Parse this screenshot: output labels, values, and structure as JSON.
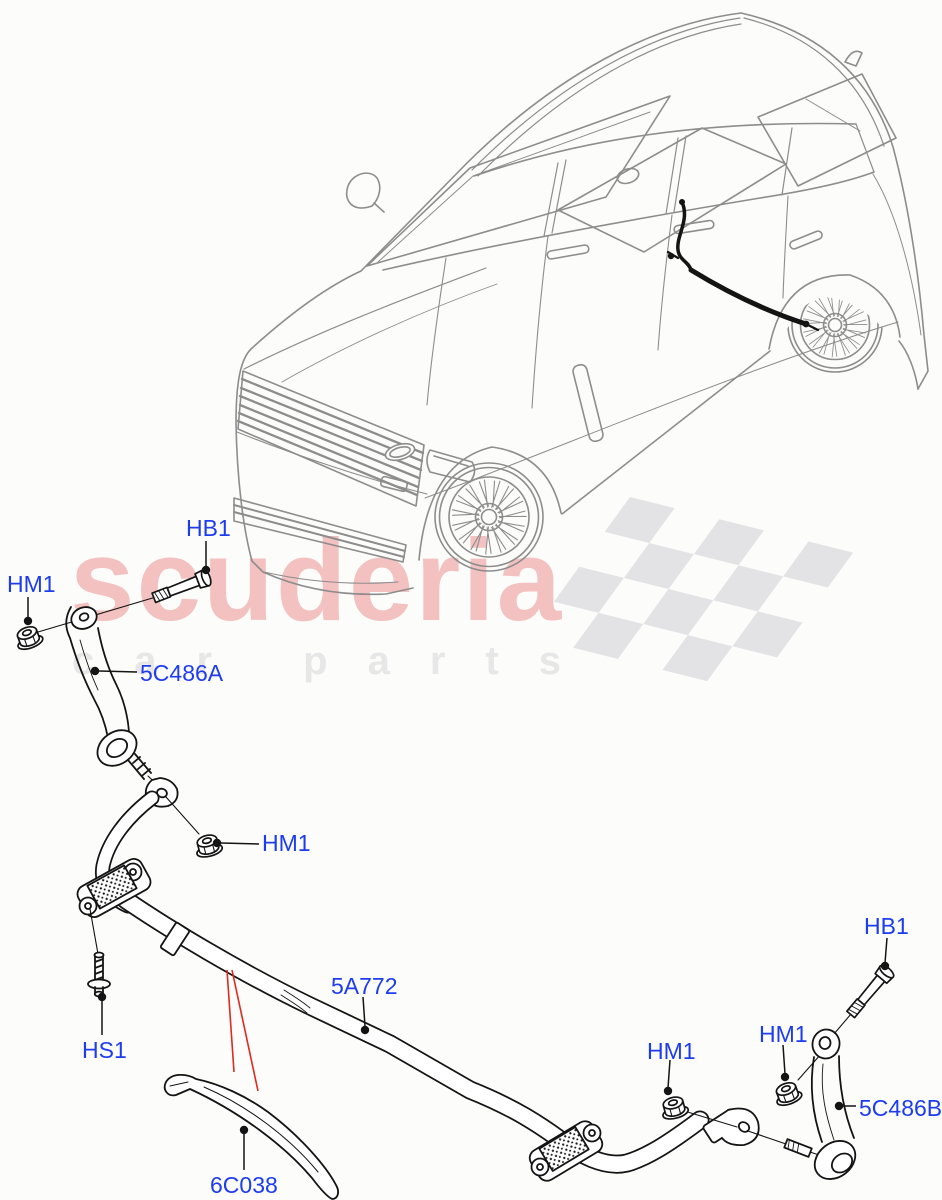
{
  "watermark": {
    "brand": "scuderia",
    "tagline": "car parts"
  },
  "labels": [
    {
      "id": "hb1-left",
      "text": "HB1"
    },
    {
      "id": "hm1-left",
      "text": "HM1"
    },
    {
      "id": "link-front",
      "text": "5C486A"
    },
    {
      "id": "hm1-upper-mid",
      "text": "HM1"
    },
    {
      "id": "hs1",
      "text": "HS1"
    },
    {
      "id": "bar",
      "text": "5A772"
    },
    {
      "id": "shield",
      "text": "6C038"
    },
    {
      "id": "hm1-lower-mid",
      "text": "HM1"
    },
    {
      "id": "hm1-right",
      "text": "HM1"
    },
    {
      "id": "hb1-right",
      "text": "HB1"
    },
    {
      "id": "link-rear",
      "text": "5C486B"
    }
  ],
  "colors": {
    "label_blue": "#1d3cef",
    "diagram_line": "#141414",
    "vehicle_line": "#8d8d8d",
    "pointer_red": "#dd2a1e",
    "watermark_red": "#efb4b5",
    "watermark_gray": "#e7e7e7",
    "flag_gray": "#e3e3e6",
    "background": "#fcfcfb"
  }
}
